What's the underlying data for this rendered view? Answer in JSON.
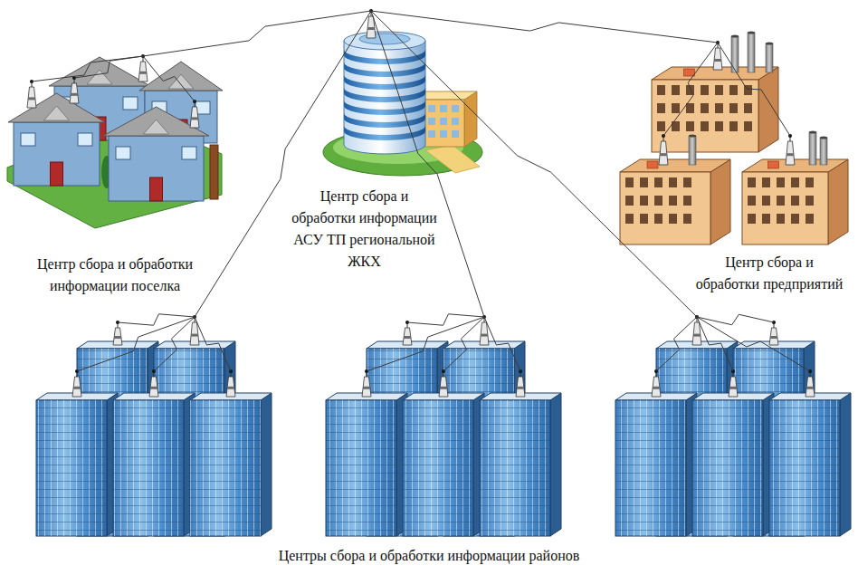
{
  "diagram": {
    "nodes": [
      {
        "text": [
          "Центр сбора и обработки информации АСУ ТП региональной ЖКХ"
        ]
      },
      {
        "text": [
          "Центр сбора и обработки информации поселка"
        ]
      },
      {
        "text": [
          "Центр сбора и обработки предприятий"
        ]
      },
      {
        "text": [
          "Центры сбора и обработки информации районов"
        ]
      }
    ],
    "edges": [
      {
        "from": 0,
        "to": 1,
        "arrow": "none"
      },
      {
        "from": 0,
        "to": 2,
        "arrow": "none"
      },
      {
        "from": 0,
        "to": 3,
        "arrow": "none"
      },
      {
        "from": 0,
        "to": 3,
        "arrow": "none"
      },
      {
        "from": 0,
        "to": 3,
        "arrow": "none"
      }
    ]
  }
}
